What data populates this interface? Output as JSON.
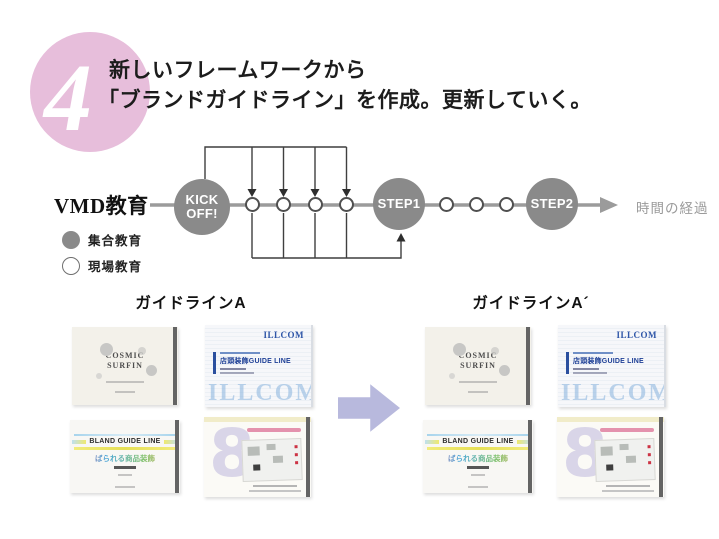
{
  "slide": {
    "step_number": "4",
    "title_line1": "新しいフレームワークから",
    "title_line2": "「ブランドガイドライン」を作成。更新していく。"
  },
  "timeline": {
    "axis_label": "VMD教育",
    "nodes": {
      "kickoff_line1": "KICK",
      "kickoff_line2": "OFF!",
      "step1": "STEP1",
      "step2": "STEP2"
    },
    "time_label": "時間の経過",
    "legend": [
      {
        "type": "filled",
        "label": "集合教育"
      },
      {
        "type": "outline",
        "label": "現場教育"
      }
    ]
  },
  "guidelines": {
    "left_label": "ガイドラインA",
    "right_label": "ガイドラインA´"
  },
  "books": {
    "cosmic": {
      "title_line1": "COSMIC",
      "title_line2": "SURFIN"
    },
    "illcom": {
      "logo": "ILLCOM",
      "title": "店頭装飾GUIDE LINE",
      "watermark": "ILLCOM"
    },
    "bland": {
      "title": "BLAND GUIDE LINE",
      "subtitle": "ばられる商品装飾"
    },
    "eight": {
      "numeral": "8"
    }
  },
  "palette": {
    "badge_pink": "#e7bedb",
    "node_gray": "#8a8a8a",
    "timeline_gray": "#9b9b9b",
    "connector_dark": "#3f3f3f",
    "lavender_arrow": "#b8b9dd",
    "illcom_blue": "#2f56a8",
    "watermark_blue": "#86b2dd"
  }
}
